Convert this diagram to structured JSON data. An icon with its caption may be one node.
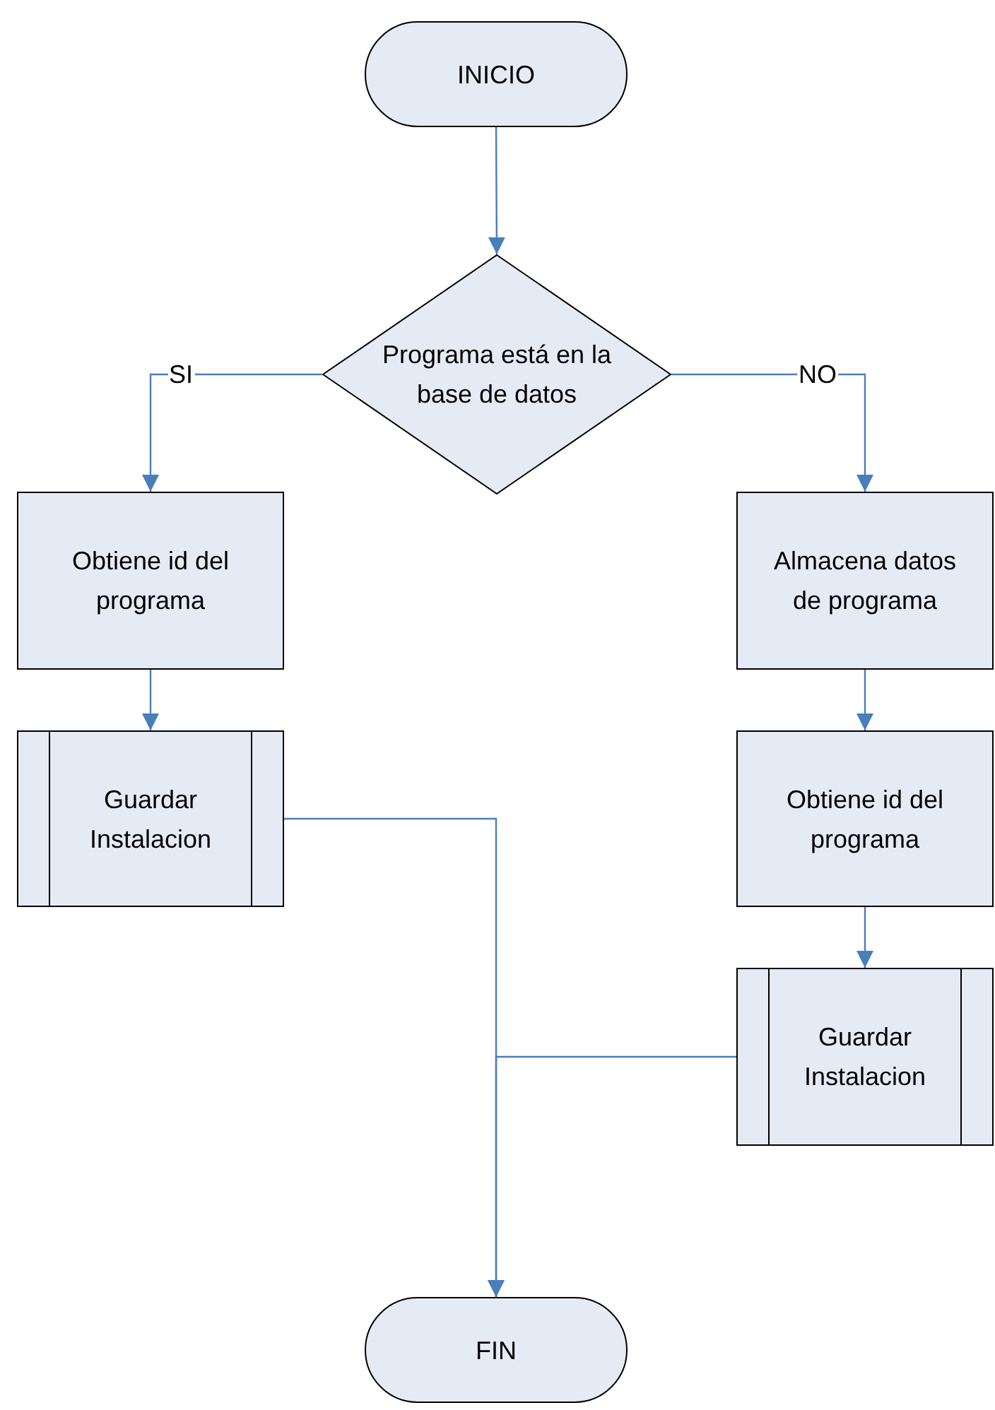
{
  "diagram": {
    "nodes": [
      {
        "text": [
          "INICIO"
        ]
      },
      {
        "text": [
          "Programa está en la base de datos"
        ]
      },
      {
        "text": [
          "Obtiene id del programa"
        ]
      },
      {
        "text": [
          "Almacena datos de programa"
        ]
      },
      {
        "text": [
          "Guardar Instalacion"
        ]
      },
      {
        "text": [
          "Obtiene id del programa"
        ]
      },
      {
        "text": [
          "Guardar Instalacion"
        ]
      },
      {
        "text": [
          "FIN"
        ]
      }
    ],
    "edges": [
      {
        "from": 0,
        "to": 1,
        "arrow": "to"
      },
      {
        "from": 1,
        "to": 2,
        "arrow": "to",
        "label": "SI"
      },
      {
        "from": 1,
        "to": 3,
        "arrow": "to",
        "label": "NO"
      },
      {
        "from": 2,
        "to": 4,
        "arrow": "to"
      },
      {
        "from": 3,
        "to": 5,
        "arrow": "to"
      },
      {
        "from": 5,
        "to": 6,
        "arrow": "to"
      },
      {
        "from": 4,
        "to": 7,
        "arrow": "to"
      },
      {
        "from": 6,
        "to": 7,
        "arrow": "to"
      }
    ]
  }
}
